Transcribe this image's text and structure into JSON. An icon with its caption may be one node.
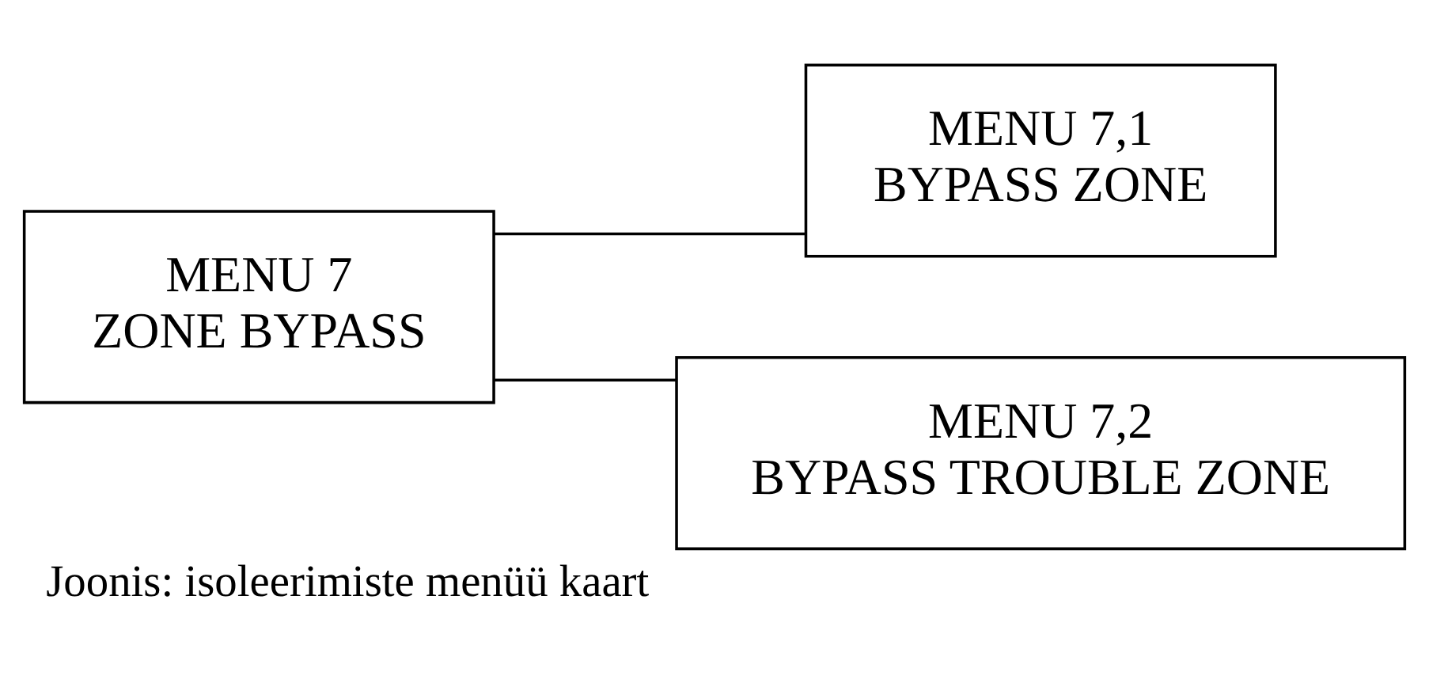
{
  "diagram": {
    "caption": "Joonis: isoleerimiste menüü kaart",
    "nodes": [
      {
        "text": [
          "MENU 7",
          "ZONE BYPASS"
        ]
      },
      {
        "text": [
          "MENU 7,1",
          "BYPASS ZONE"
        ]
      },
      {
        "text": [
          "MENU 7,2",
          "BYPASS TROUBLE ZONE"
        ]
      }
    ],
    "edges": [
      {
        "from": 0,
        "to": 1,
        "arrow": "none"
      },
      {
        "from": 0,
        "to": 2,
        "arrow": "none"
      }
    ]
  }
}
